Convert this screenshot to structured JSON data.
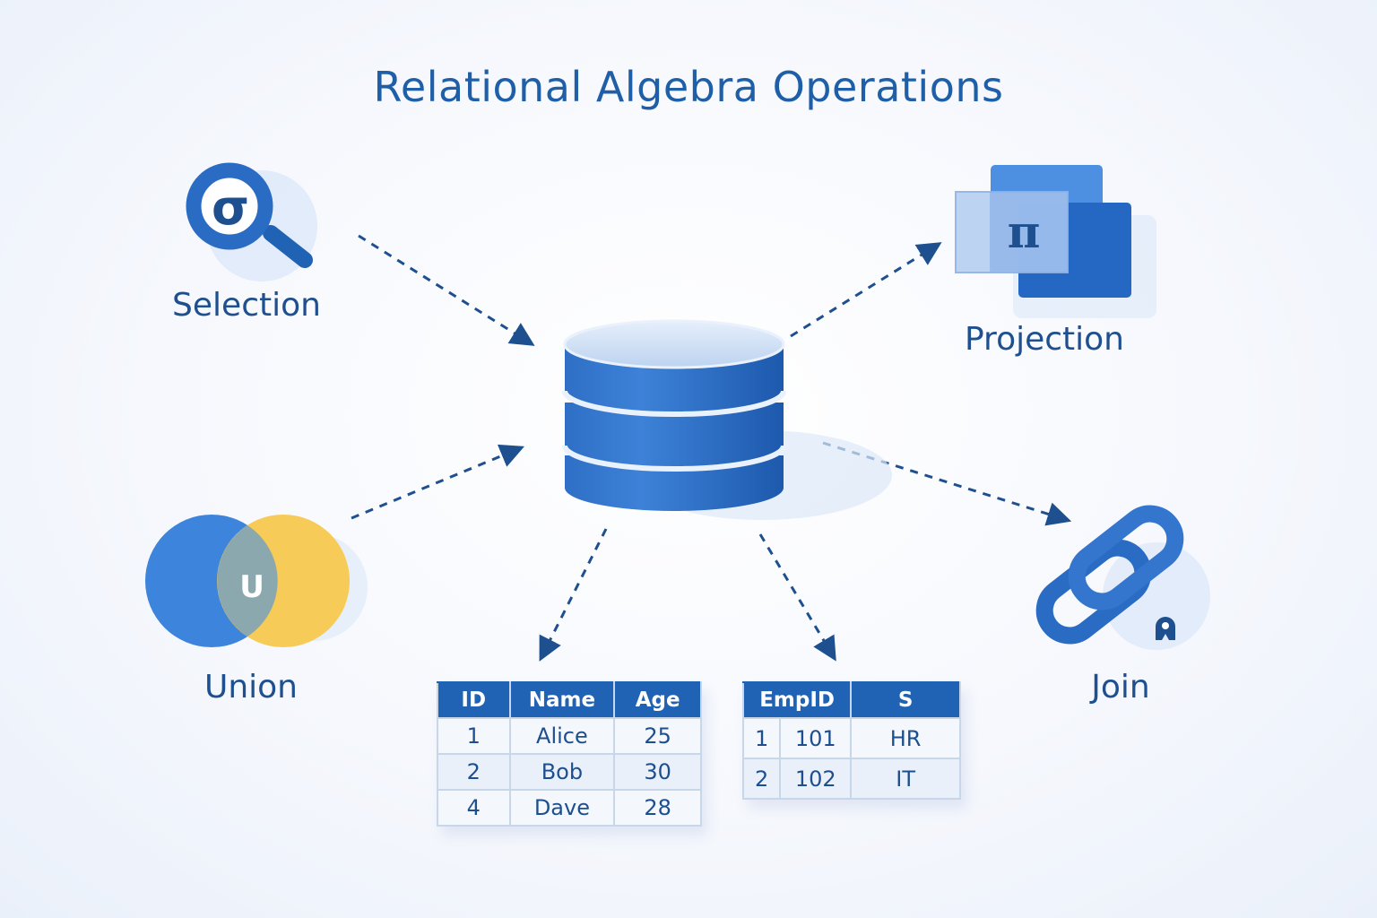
{
  "title": "Relational Algebra Operations",
  "colors": {
    "primary_blue": "#2a6cc4",
    "dark_blue": "#1e4f8f",
    "light_blue": "#dbe7f8",
    "yellow": "#f7c84e"
  },
  "operations": {
    "selection": {
      "label": "Selection",
      "symbol": "σ",
      "icon": "magnifier-sigma-icon"
    },
    "projection": {
      "label": "Projection",
      "symbol": "π",
      "icon": "stacked-pages-pi-icon"
    },
    "union": {
      "label": "Union",
      "symbol": "U",
      "icon": "venn-union-icon"
    },
    "join": {
      "label": "Join",
      "icon": "chain-link-icon"
    }
  },
  "center": {
    "icon": "database-cylinder-icon"
  },
  "table_left": {
    "headers": [
      "ID",
      "Name",
      "Age"
    ],
    "rows": [
      [
        "1",
        "Alice",
        "25"
      ],
      [
        "2",
        "Bob",
        "30"
      ],
      [
        "4",
        "Dave",
        "28"
      ]
    ]
  },
  "table_right": {
    "headers": [
      "EmpID",
      "S"
    ],
    "rows": [
      [
        "1",
        "101",
        "HR"
      ],
      [
        "2",
        "102",
        "IT"
      ]
    ]
  }
}
